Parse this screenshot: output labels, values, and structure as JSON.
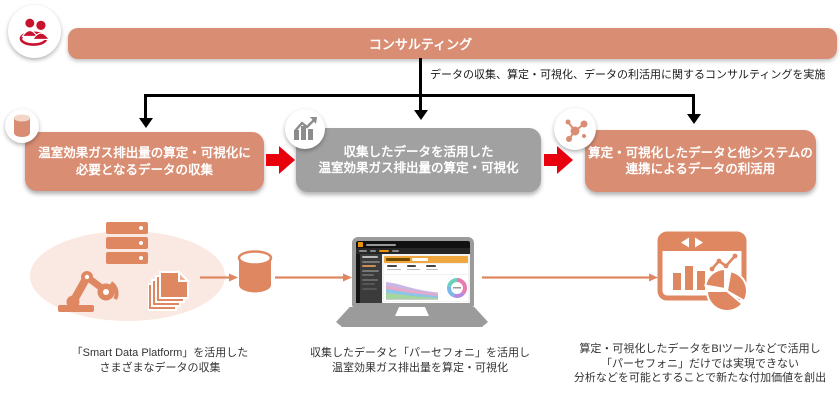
{
  "banner": {
    "label": "コンサルティング",
    "icon": "people-icon"
  },
  "note": "データの収集、算定・可視化、データの利活用に関するコンサルティングを実施",
  "boxes": [
    {
      "line1": "温室効果ガス排出量の算定・可視化に",
      "line2": "必要となるデータの収集",
      "icon": "database-icon",
      "color": "#D98E74"
    },
    {
      "line1": "収集したデータを活用した",
      "line2": "温室効果ガス排出量の算定・可視化",
      "icon": "growth-chart-icon",
      "color": "#A1A1A1"
    },
    {
      "line1": "算定・可視化したデータと他システムの",
      "line2": "連携によるデータの利活用",
      "icon": "network-icon",
      "color": "#D98E74"
    }
  ],
  "bottom_flow": {
    "icons": [
      "server-icon",
      "robot-arm-icon",
      "documents-icon",
      "database-cylinder-icon",
      "laptop-dashboard",
      "bi-report-icon"
    ],
    "captions": [
      {
        "lines": [
          "「Smart Data Platform」を活用した",
          "さまざまなデータの収集"
        ]
      },
      {
        "lines": [
          "収集したデータと「パーセフォニ」を活用し",
          "温室効果ガス排出量を算定・可視化"
        ]
      },
      {
        "lines": [
          "算定・可視化したデータをBIツールなどで活用し",
          "「パーセフォニ」だけでは実現できない",
          "分析などを可能とすることで新たな付加価値を創出"
        ]
      }
    ]
  },
  "colors": {
    "salmon": "#D98E74",
    "gray-box": "#A1A1A1",
    "arrow-red": "#E8000D",
    "crimson": "#C8132E",
    "orange": "#DF8760",
    "ellipse": "#FAE9E2",
    "laptop": "#9B9B9B",
    "text": "#333333"
  }
}
